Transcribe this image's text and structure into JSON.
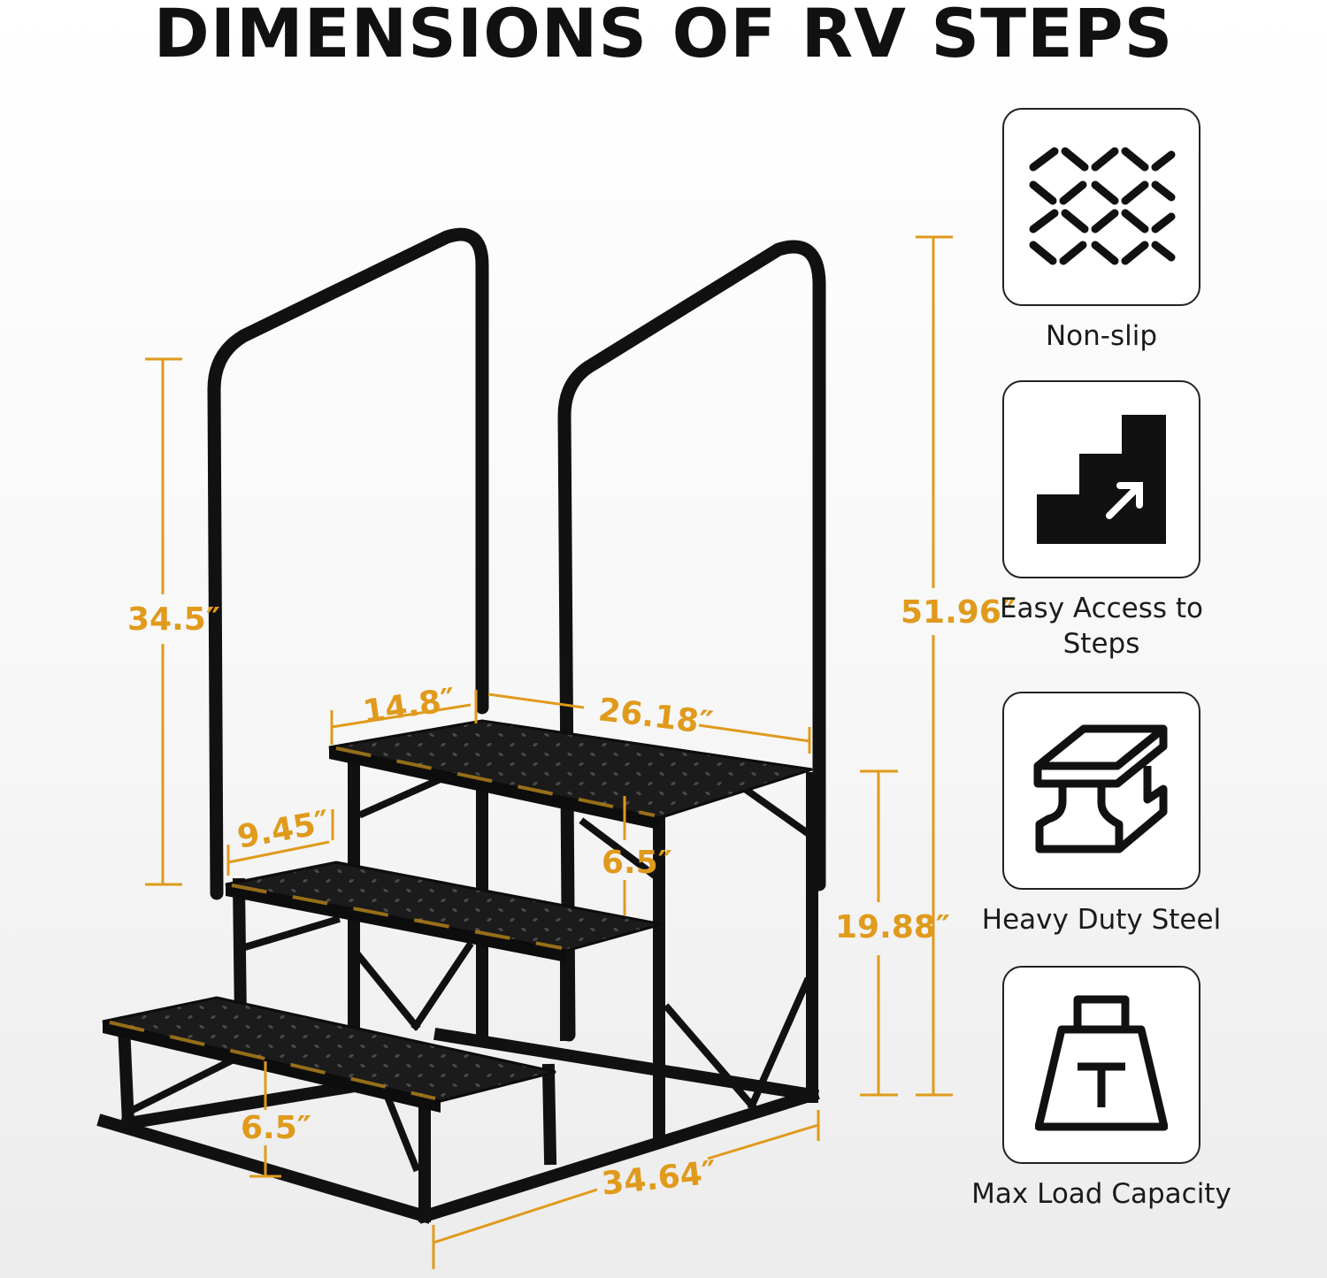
{
  "title": "DIMENSIONS OF RV STEPS",
  "dimensions": {
    "handrail_height": "34.5″",
    "top_depth": "14.8″",
    "width": "26.18″",
    "middle_depth": "9.45″",
    "riser_upper": "6.5″",
    "platform_height": "19.88″",
    "total_height": "51.96″",
    "riser_lower": "6.5″",
    "length": "34.64″"
  },
  "features": [
    {
      "label": "Non-slip",
      "icon": "diamond-plate-icon"
    },
    {
      "label": "Easy Access to Steps",
      "icon": "stairs-arrow-icon"
    },
    {
      "label": "Heavy Duty Steel",
      "icon": "steel-beam-icon"
    },
    {
      "label": "Max Load Capacity",
      "icon": "weight-icon"
    }
  ],
  "colors": {
    "accent": "#e09a1c",
    "frame": "#111111"
  }
}
